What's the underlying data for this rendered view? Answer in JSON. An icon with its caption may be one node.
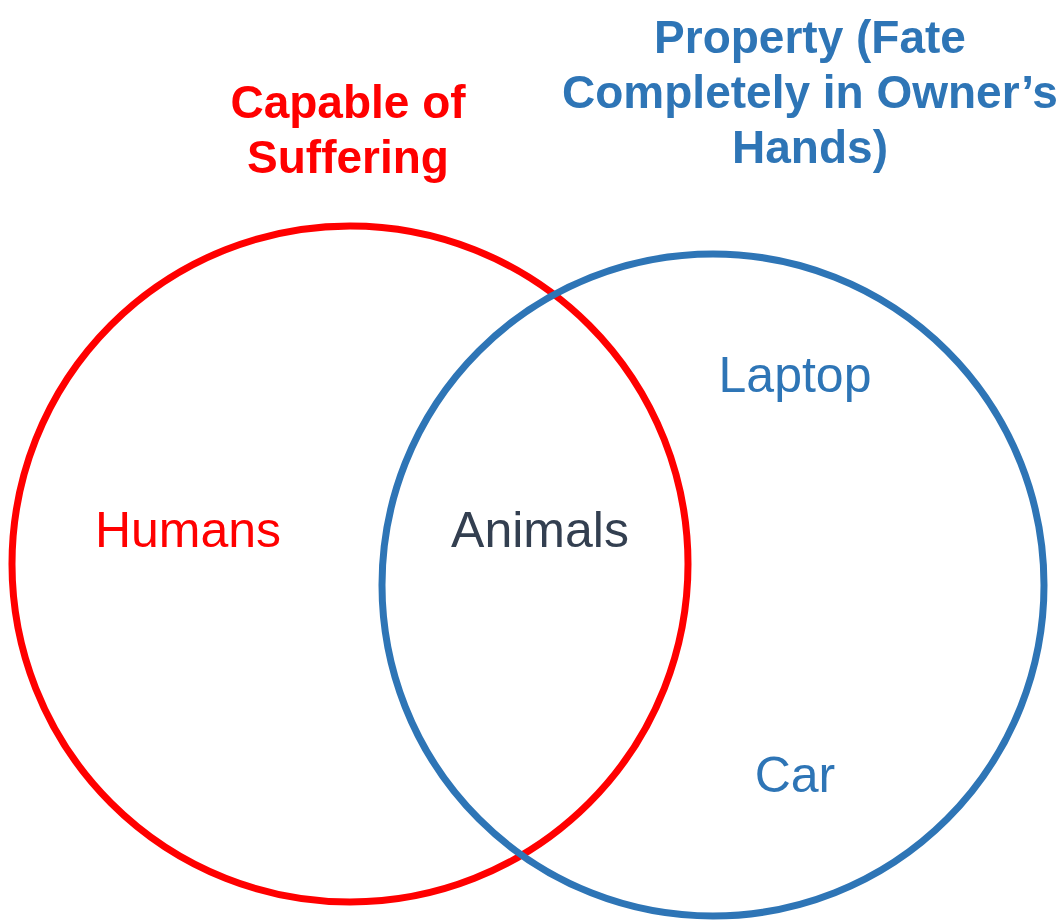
{
  "diagram": {
    "nodes": [
      {
        "text": [
          "Capable of Suffering",
          "Humans"
        ]
      },
      {
        "text": [
          "Property (Fate Completely in Owner’s Hands)",
          "Laptop",
          "Car"
        ]
      }
    ],
    "labels": [
      "Animals"
    ]
  }
}
